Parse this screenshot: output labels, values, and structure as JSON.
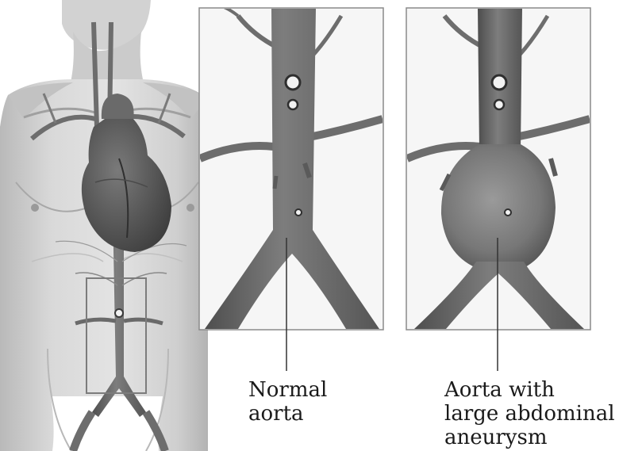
{
  "labels": {
    "normal_aorta": {
      "line1": "Normal",
      "line2": "aorta"
    },
    "aneurysm_aorta": {
      "line1": "Aorta with",
      "line2": "large abdominal",
      "line3": "aneurysm"
    }
  },
  "colors": {
    "background": "#ffffff",
    "skin_light": "#dcdcdc",
    "skin_shade": "#a9a9a9",
    "vessel": "#6f6f6f",
    "vessel_dark": "#4a4a4a",
    "heart": "#5c5c5c",
    "panel_border": "#8a8a8a",
    "leader_line": "#333333"
  }
}
